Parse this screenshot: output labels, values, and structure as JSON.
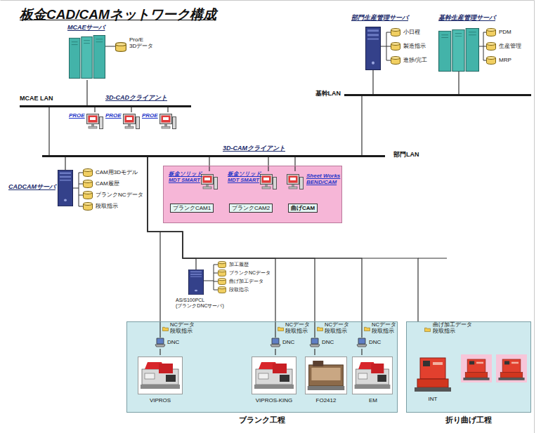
{
  "diagram": {
    "title": "板金CAD/CAMネットワーク構成",
    "nodes": [
      {
        "text": [
          "MCAEサーバ"
        ]
      },
      {
        "text": [
          "MCAE LAN"
        ]
      },
      {
        "text": [
          "PROE"
        ]
      },
      {
        "text": [
          "PROE"
        ]
      },
      {
        "text": [
          "PROE"
        ]
      },
      {
        "text": [
          "部門生産管理サーバ"
        ]
      },
      {
        "text": [
          "基幹生産管理サーバ"
        ]
      },
      {
        "text": [
          "基幹LAN"
        ]
      },
      {
        "text": [
          "部門LAN"
        ]
      },
      {
        "text": [
          "CADCAMサーバ"
        ]
      },
      {
        "text": [
          "3D-CAMクライアント"
        ]
      },
      {
        "text": [
          "板金ソリッド MDT SMART",
          "ブランクCAM1"
        ],
        "in": 10
      },
      {
        "text": [
          "板金ソリッド MDT SMART",
          "ブランクCAM2"
        ],
        "in": 10
      },
      {
        "text": [
          "Sheet Works BEND/CAM",
          "曲げCAM"
        ],
        "in": 10
      },
      {
        "text": [
          "AS/S100PCL (ブランクDNCサーバ)"
        ]
      },
      {
        "text": [
          "ブランク工程"
        ]
      },
      {
        "text": [
          "DNC"
        ],
        "in": 15
      },
      {
        "text": [
          "VIPROS"
        ],
        "in": 15
      },
      {
        "text": [
          "DNC"
        ],
        "in": 15
      },
      {
        "text": [
          "VIPROS-KING"
        ],
        "in": 15
      },
      {
        "text": [
          "DNC"
        ],
        "in": 15
      },
      {
        "text": [
          "FO2412"
        ],
        "in": 15
      },
      {
        "text": [
          "DNC"
        ],
        "in": 15
      },
      {
        "text": [
          "EM"
        ],
        "in": 15
      },
      {
        "text": [
          "折り曲げ工程"
        ]
      },
      {
        "text": [
          "INT"
        ],
        "in": 24
      }
    ],
    "edges": [
      {
        "from": 0,
        "to": 1,
        "arrow": "none"
      },
      {
        "from": 2,
        "to": 1,
        "arrow": "none"
      },
      {
        "from": 3,
        "to": 1,
        "arrow": "none"
      },
      {
        "from": 4,
        "to": 1,
        "arrow": "none"
      },
      {
        "from": 1,
        "to": 8,
        "arrow": "none"
      },
      {
        "from": 5,
        "to": 7,
        "arrow": "none"
      },
      {
        "from": 6,
        "to": 7,
        "arrow": "none"
      },
      {
        "from": 7,
        "to": 8,
        "arrow": "none"
      },
      {
        "from": 9,
        "to": 8,
        "arrow": "none"
      },
      {
        "from": 11,
        "to": 8,
        "arrow": "none"
      },
      {
        "from": 12,
        "to": 8,
        "arrow": "none"
      },
      {
        "from": 13,
        "to": 8,
        "arrow": "none"
      },
      {
        "from": 8,
        "to": 14,
        "arrow": "none"
      },
      {
        "from": 8,
        "to": 16,
        "arrow": "none"
      },
      {
        "from": 8,
        "to": 18,
        "arrow": "none"
      },
      {
        "from": 8,
        "to": 20,
        "arrow": "none"
      },
      {
        "from": 8,
        "to": 22,
        "arrow": "none"
      },
      {
        "from": 8,
        "to": 24,
        "arrow": "none"
      },
      {
        "from": 16,
        "to": 17,
        "arrow": "none"
      },
      {
        "from": 18,
        "to": 19,
        "arrow": "none"
      },
      {
        "from": 20,
        "to": 21,
        "arrow": "none"
      },
      {
        "from": 22,
        "to": 23,
        "arrow": "none"
      }
    ],
    "labels": [
      "Pro/E 3Dデータ",
      "3D-CADクライアント",
      "小日程",
      "製造指示",
      "進捗/完工",
      "PDM",
      "生産管理",
      "MRP",
      "CAM用3Dモデル",
      "CAM履歴",
      "ブランクNCデータ",
      "段取指示",
      "加工履歴",
      "ブランクNCデータ",
      "曲げ加工データ",
      "段取指示",
      "NCデータ 段取指示",
      "NCデータ 段取指示",
      "NCデータ 段取指示",
      "NCデータ 段取指示",
      "曲げ加工データ 段取指示"
    ]
  }
}
